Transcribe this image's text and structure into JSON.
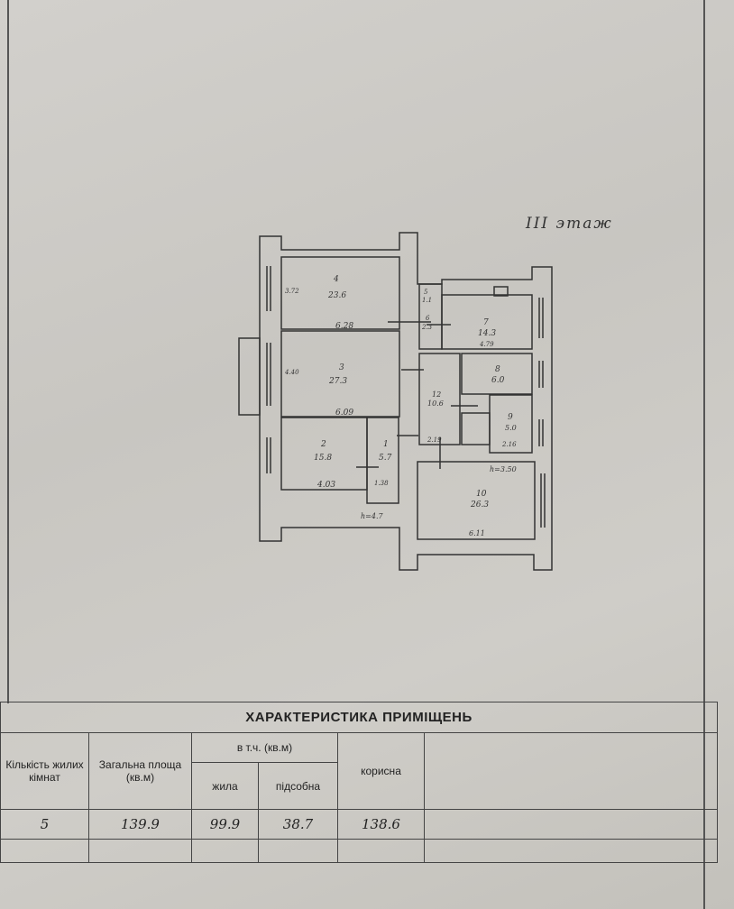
{
  "floor_label": "III этаж",
  "plan": {
    "rooms": [
      {
        "number": "4",
        "area": "23.6",
        "width": "6.28",
        "depth": "3.72"
      },
      {
        "number": "3",
        "area": "27.3",
        "width": "6.09",
        "depth": "4.40"
      },
      {
        "number": "2",
        "area": "15.8",
        "width": "4.03"
      },
      {
        "number": "1",
        "area": "5.7",
        "width": "1.38"
      },
      {
        "number": "5",
        "area": "1.1"
      },
      {
        "number": "6",
        "area": "2.3"
      },
      {
        "number": "7",
        "area": "14.3",
        "width": "4.79"
      },
      {
        "number": "8",
        "area": "6.0"
      },
      {
        "number": "12",
        "area": "10.6",
        "width": "2.19"
      },
      {
        "number": "9",
        "area": "5.0",
        "width": "2.16"
      },
      {
        "number": "10",
        "area": "26.3",
        "width": "6.11",
        "height": "h=3.50"
      }
    ],
    "entrance_mark": "h=4.7"
  },
  "table": {
    "title": "ХАРАКТЕРИСТИКА ПРИМІЩЕНЬ",
    "headers": {
      "rooms": "Кількість жилих кімнат",
      "total": "Загальна площа (кв.м)",
      "incl": "в т.ч. (кв.м)",
      "living": "жила",
      "auxiliary": "підсобна",
      "useful": "корисна"
    },
    "row": {
      "rooms": "5",
      "total": "139.9",
      "living": "99.9",
      "auxiliary": "38.7",
      "useful": "138.6"
    }
  }
}
